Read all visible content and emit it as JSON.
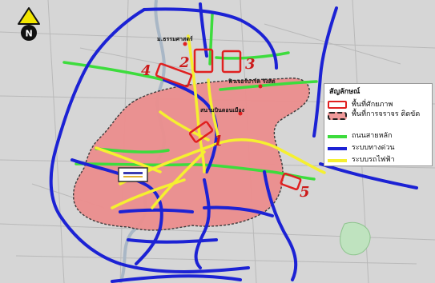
{
  "map": {
    "place_labels": {
      "univ": "ม.ธรรมศาสตร์",
      "plaza": "ฟิวเจอร์ปาร์ค รังสิต",
      "terminal": "สนามบินดอนเมือง"
    },
    "area_numbers": [
      "1",
      "2",
      "3",
      "4",
      "5"
    ],
    "colors": {
      "congestion_fill": "#ec8e8e",
      "expressway": "#1c22d4",
      "main_road": "#3ddc3d",
      "rail": "#f5f030",
      "potential_box": "#e02020",
      "background": "#d6d6d6"
    }
  },
  "compass": {
    "letter": "N",
    "icon": "north-arrow-icon"
  },
  "legend": {
    "title": "สัญลักษณ์",
    "items": [
      {
        "label": "พื้นที่ศักยภาพ",
        "icon": "red-box"
      },
      {
        "label": "พื้นที่การจราจร ติดขัด",
        "icon": "dashed-pink-area"
      },
      {
        "label": "ถนนสายหลัก",
        "icon": "green-line"
      },
      {
        "label": "ระบบทางด่วน",
        "icon": "blue-line"
      },
      {
        "label": "ระบบรถไฟฟ้า",
        "icon": "yellow-line"
      }
    ]
  }
}
